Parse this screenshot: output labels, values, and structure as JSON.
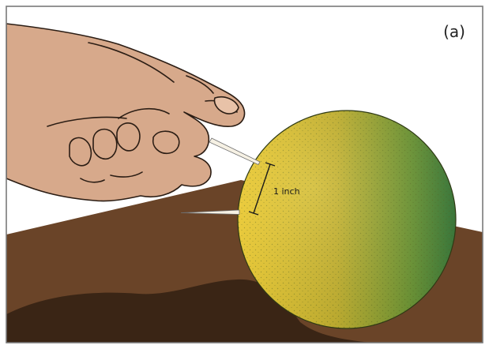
{
  "figure": {
    "panel_label": "(a)",
    "measurement_label": "1 inch"
  },
  "colors": {
    "tabletop": "#6a4428",
    "table_shadow": "#3a2515",
    "skin": "#d7a98b",
    "fruit_yellow": "#f3d13a",
    "fruit_green": "#3d7f3f",
    "toothpick": "#f6f1e4",
    "frame": "#7a7a7a"
  },
  "icons": {
    "hand": "hand-holding-toothpick",
    "fruit": "citrus-fruit",
    "toothpicks": "toothpick"
  }
}
